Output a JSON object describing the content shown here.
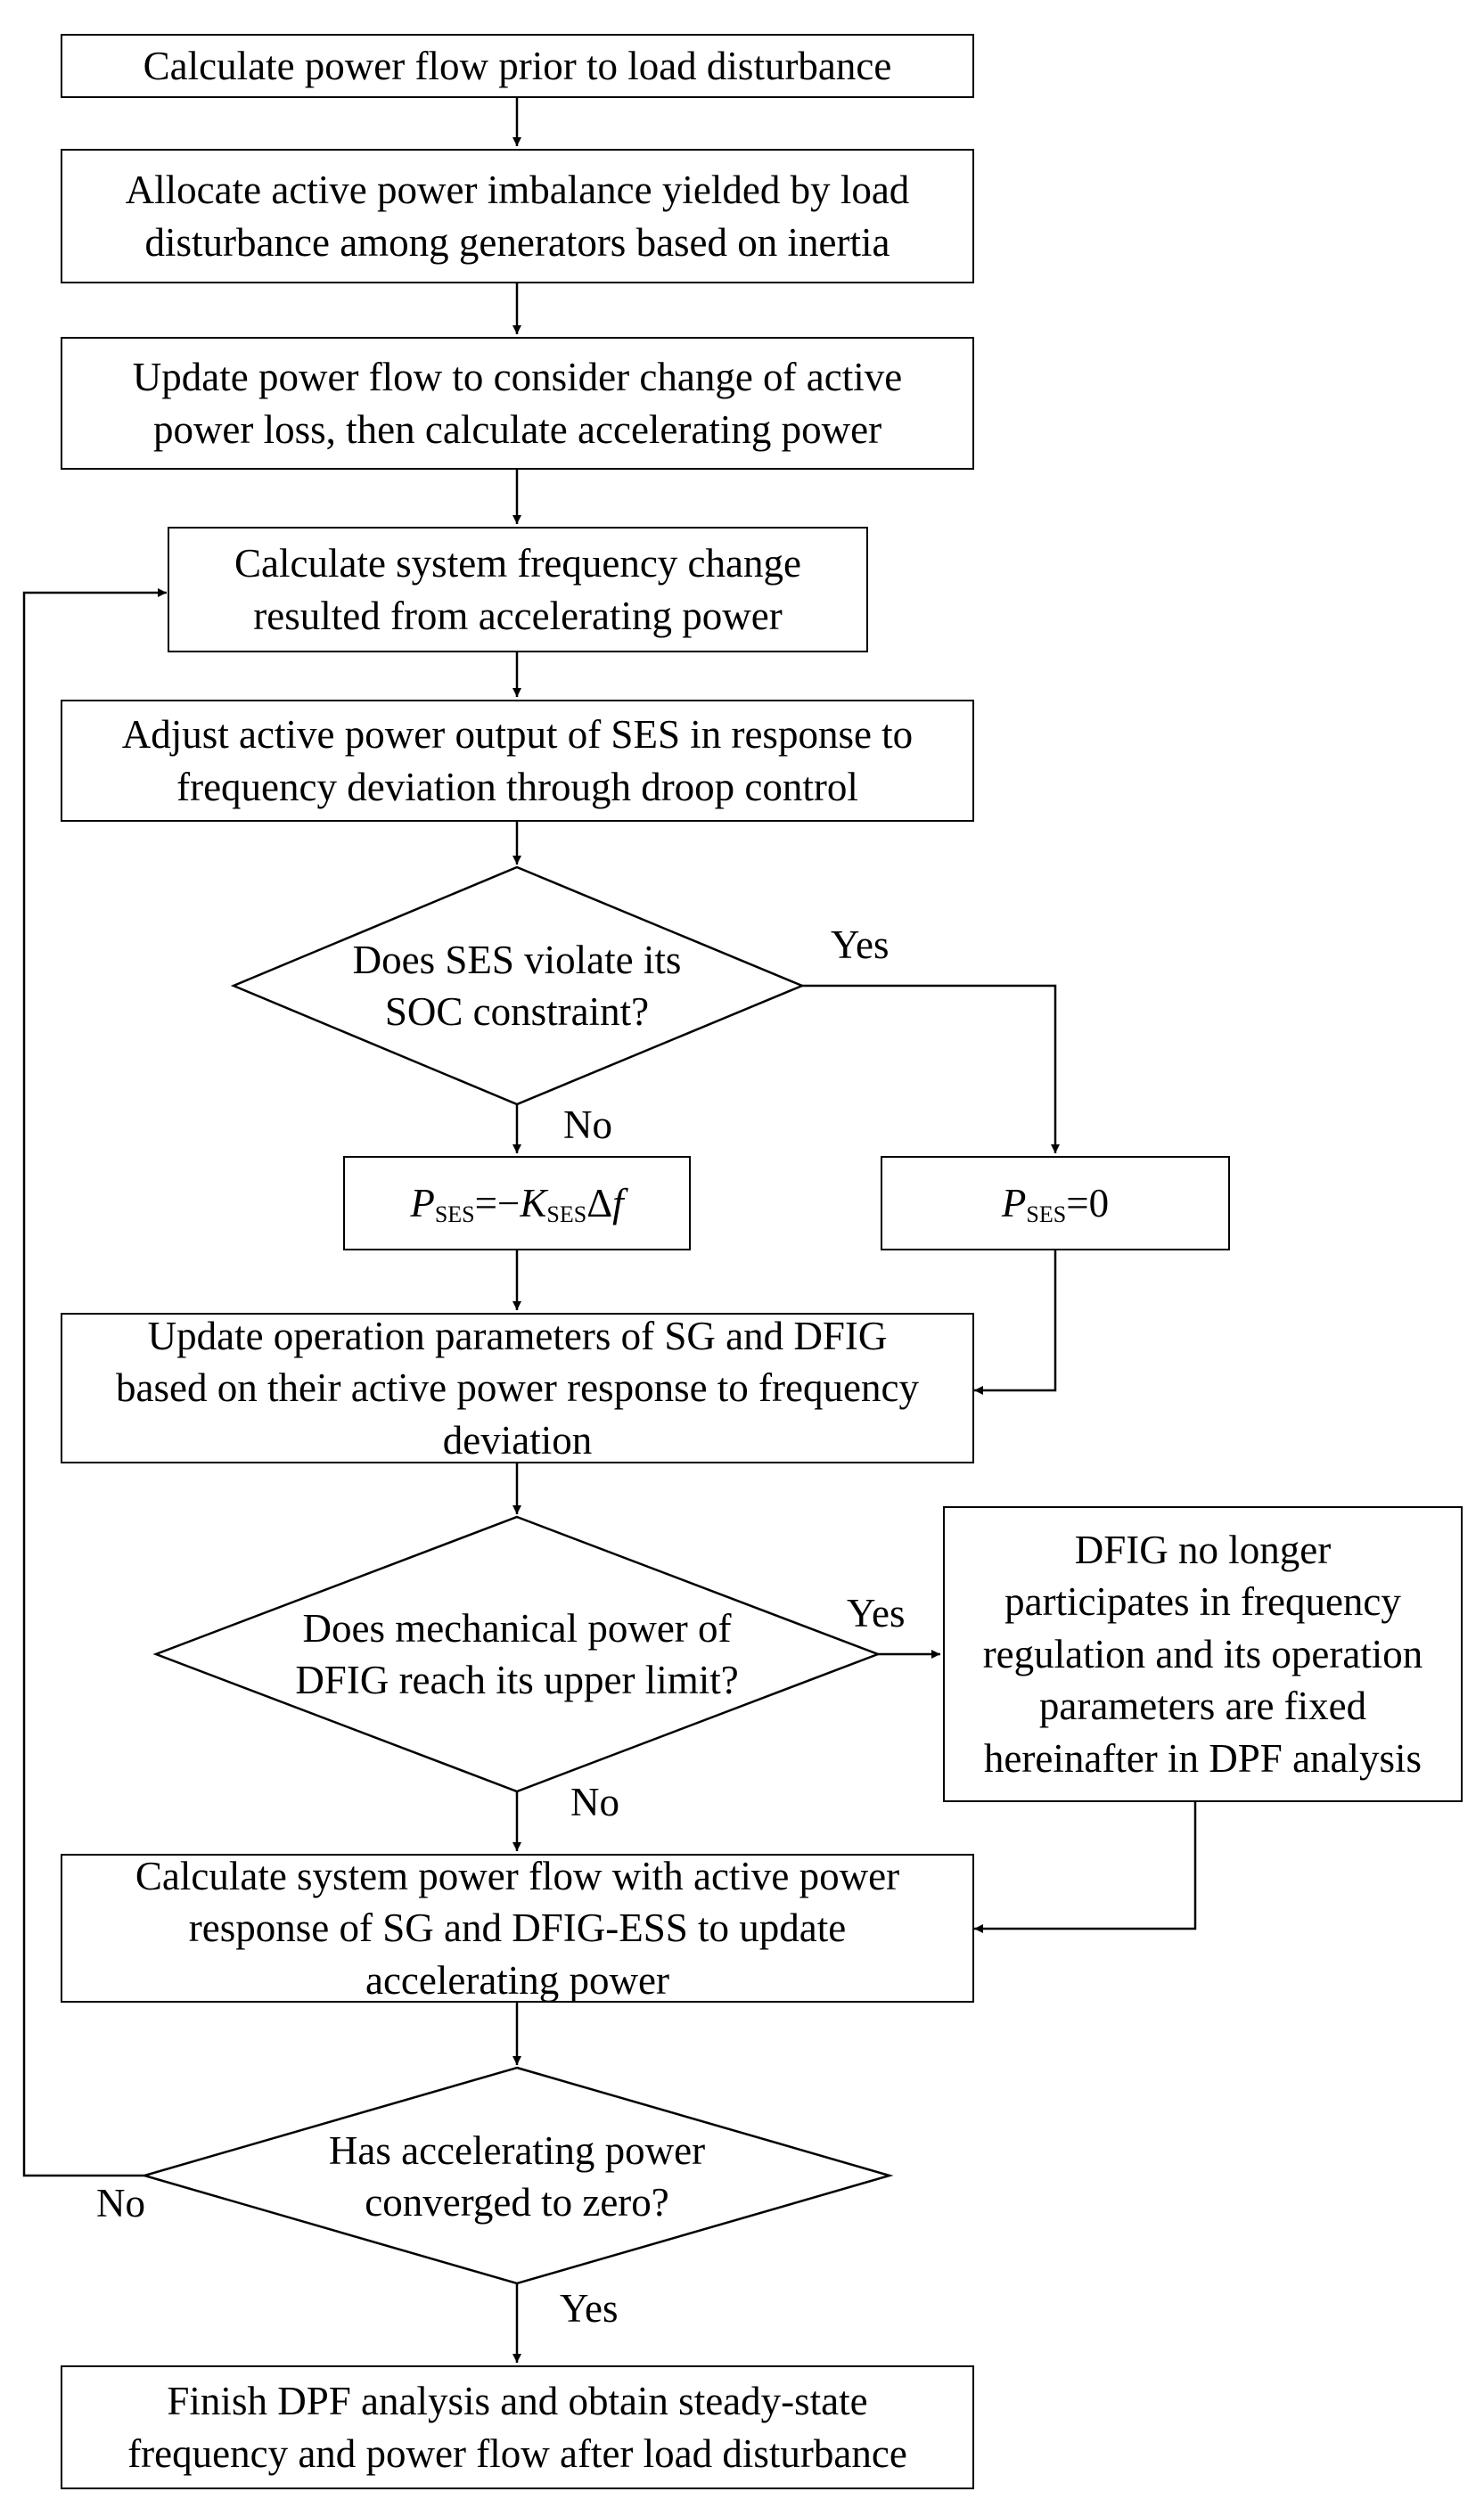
{
  "flowchart": {
    "step1": [
      "Calculate power flow prior to load disturbance"
    ],
    "step2": [
      "Allocate active power imbalance yielded by load",
      "disturbance among generators based on inertia"
    ],
    "step3": [
      "Update power flow to consider change of active",
      "power loss, then calculate accelerating power"
    ],
    "step4": [
      "Calculate system frequency change",
      "resulted from accelerating power"
    ],
    "step5": [
      "Adjust active power output of SES in response to",
      "frequency deviation through droop control"
    ],
    "decision1": [
      "Does SES violate its",
      "SOC constraint?"
    ],
    "formula_droop": {
      "P": "P",
      "sub1": "SES",
      "eq": "=−",
      "K": "K",
      "sub2": "SES",
      "delta": "Δ",
      "f": "f"
    },
    "formula_zero": {
      "P": "P",
      "sub": "SES",
      "eq": "=0"
    },
    "step6": [
      "Update operation parameters of SG and DFIG",
      "based on their active power response to frequency",
      "deviation"
    ],
    "decision2": [
      "Does mechanical power of",
      "DFIG reach its upper limit?"
    ],
    "side_box": [
      "DFIG no longer",
      "participates in frequency",
      "regulation and its operation",
      "parameters are fixed",
      "hereinafter in DPF analysis"
    ],
    "step7": [
      "Calculate system power flow with active power",
      "response of SG and DFIG-ESS to update",
      "accelerating power"
    ],
    "decision3": [
      "Has accelerating power",
      "converged to zero?"
    ],
    "step8": [
      "Finish DPF analysis and obtain steady-state",
      "frequency and power flow after load disturbance"
    ],
    "labels": {
      "yes1": "Yes",
      "no1": "No",
      "yes2": "Yes",
      "no2": "No",
      "no3": "No",
      "yes3": "Yes"
    }
  }
}
